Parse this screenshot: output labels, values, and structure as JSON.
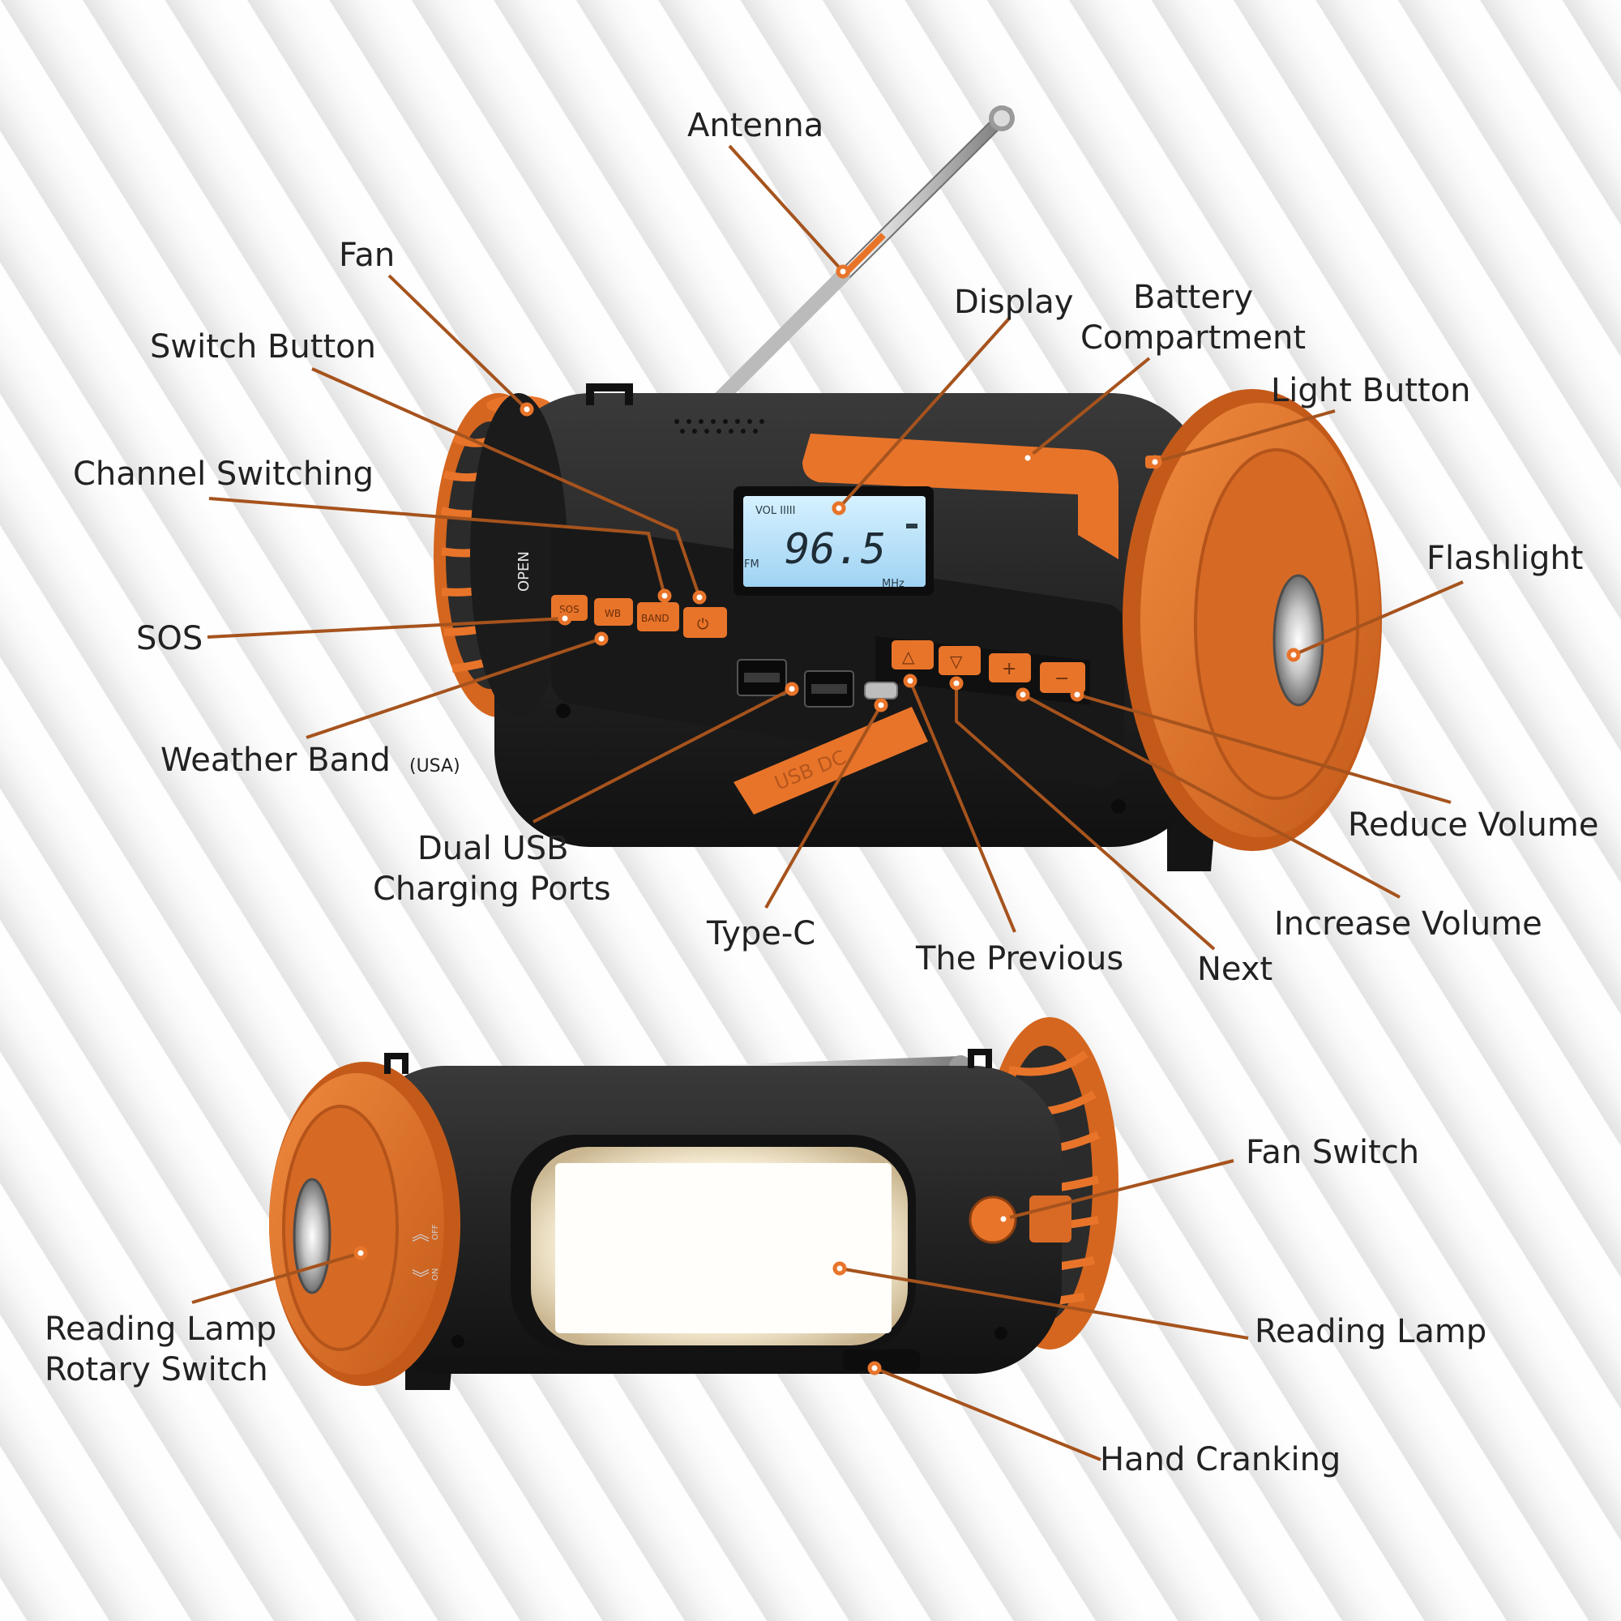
{
  "display": {
    "frequency": "96.5",
    "band": "FM",
    "unit": "MHz",
    "volume": "VOL IIIII"
  },
  "device_text": {
    "open": "OPEN",
    "usb_dc": "USB DC",
    "on": "ON",
    "off": "OFF"
  },
  "buttons": {
    "sos": "SOS",
    "wb": "WB",
    "band": "BAND",
    "power": "⏻",
    "previous": "△",
    "next": "▽",
    "plus": "+",
    "minus": "−"
  },
  "labels": {
    "antenna": "Antenna",
    "fan": "Fan",
    "display": "Display",
    "battery_line1": "Battery",
    "battery_line2": "Compartment",
    "light_button": "Light Button",
    "switch_button": "Switch Button",
    "channel_switching": "Channel Switching",
    "flashlight": "Flashlight",
    "sos": "SOS",
    "weather_band": "Weather Band",
    "weather_band_note": "(USA)",
    "dual_usb_line1": "Dual USB",
    "dual_usb_line2": "Charging Ports",
    "type_c": "Type-C",
    "the_previous": "The Previous",
    "next": "Next",
    "increase_volume": "Increase Volume",
    "reduce_volume": "Reduce Volume",
    "fan_switch": "Fan Switch",
    "reading_lamp": "Reading Lamp",
    "reading_lamp_rotary_line1": "Reading Lamp",
    "reading_lamp_rotary_line2": "Rotary Switch",
    "hand_cranking": "Hand Cranking"
  },
  "colors": {
    "accent_orange": "#e8742a",
    "leader_line": "#a6531d",
    "body_black": "#1f1f1f",
    "lcd_blue": "#bfe8ff"
  }
}
